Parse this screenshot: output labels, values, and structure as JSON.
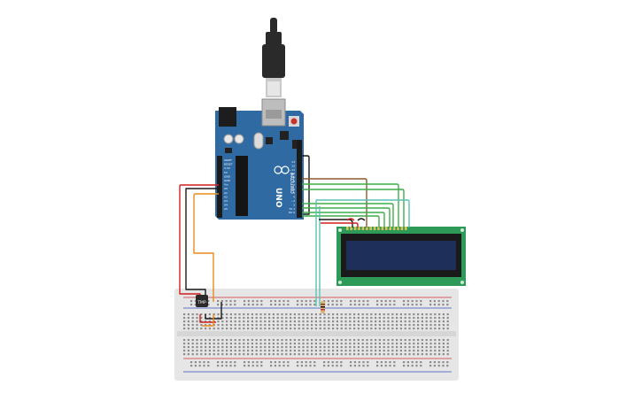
{
  "board": {
    "brand": "ARDUINO",
    "model": "UNO",
    "color": "#2f6aa3",
    "header_color": "#1b1b1b",
    "pin_labels_digital": [
      "13",
      "12",
      "~11",
      "~10",
      "~9",
      "8",
      "7",
      "~6",
      "~5",
      "4",
      "~3",
      "2",
      "TX 1",
      "RX 0"
    ],
    "pin_labels_power": [
      "IOREF",
      "RESET",
      "3.3V",
      "5V",
      "GND",
      "GND",
      "Vin"
    ],
    "pin_labels_analog": [
      "A0",
      "A1",
      "A2",
      "A3",
      "A4",
      "A5"
    ]
  },
  "usb": {
    "connector_color": "#2a2a2a",
    "plug_color": "#c9c9c9"
  },
  "lcd": {
    "pcb_color": "#2e9a57",
    "screen_color": "#1e2f5a",
    "bezel_color": "#1a1a1a"
  },
  "breadboard": {
    "color": "#e6e6e6",
    "hole_color": "#8c8c8c",
    "rail_red": "#d03030",
    "rail_blue": "#3050c0"
  },
  "sensor": {
    "label": "TMP",
    "color": "#2a2a2a"
  },
  "wires": {
    "red": "#d21f1f",
    "black": "#1a1a1a",
    "orange": "#e88b1f",
    "green": "#3fae49",
    "brown": "#8a5a2b",
    "teal": "#5bc0b5"
  }
}
